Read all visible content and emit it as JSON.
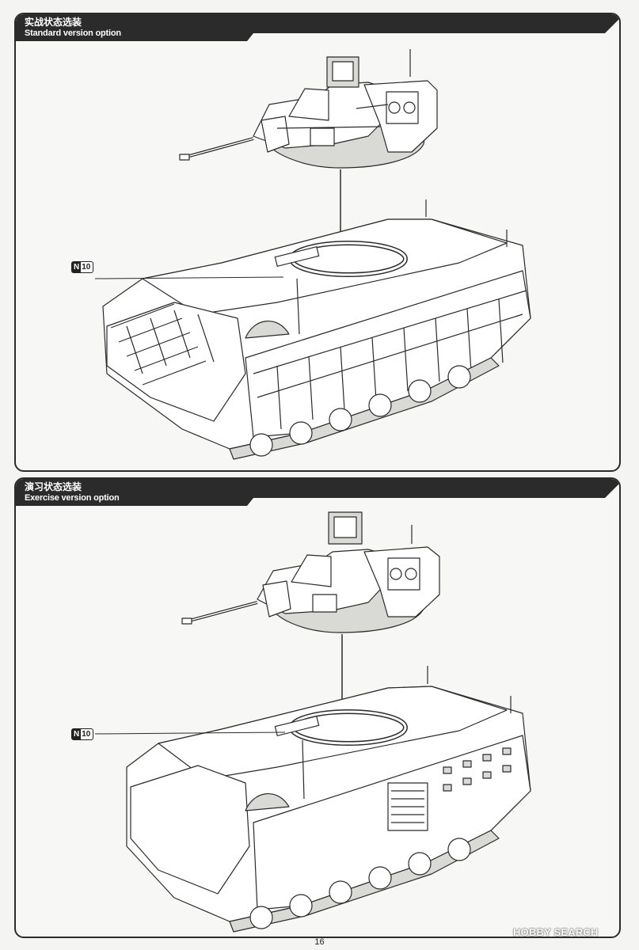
{
  "sections": [
    {
      "title_cn": "实战状态选装",
      "title_en": "Standard version option",
      "part_tag": {
        "letter": "N",
        "number": "10"
      }
    },
    {
      "title_cn": "演习状态选装",
      "title_en": "Exercise version option",
      "part_tag": {
        "letter": "N",
        "number": "10"
      }
    }
  ],
  "page_number": "16",
  "watermark": "HOBBY SEARCH",
  "colors": {
    "header": "#2b2b2b",
    "line": "#2a2a2a",
    "fill": "#ffffff",
    "shade": "#d9d9d6"
  }
}
